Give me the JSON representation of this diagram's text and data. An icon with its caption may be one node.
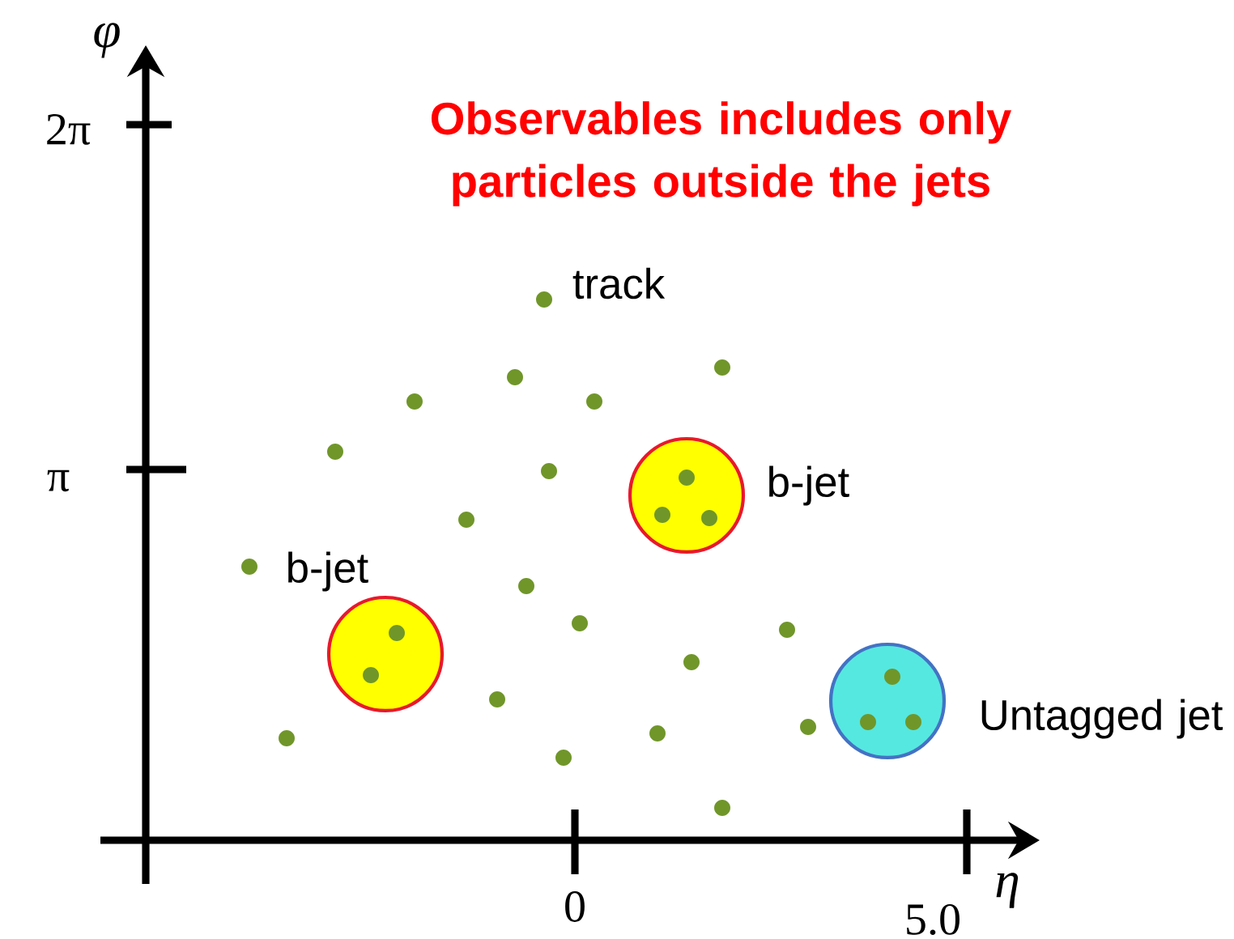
{
  "diagram": {
    "title": "Observables includes only particles outside the jets",
    "nodes": [
      {
        "text": [],
        "shape": "circle",
        "beside": [
          "b-jet"
        ]
      },
      {
        "text": [],
        "shape": "circle",
        "beside": [
          "b-jet"
        ]
      },
      {
        "text": [],
        "shape": "circle",
        "beside": [
          "Untagged jet"
        ]
      }
    ],
    "labels": [
      "φ",
      "2π",
      "track",
      "π",
      "η",
      "0",
      "5.0"
    ]
  }
}
